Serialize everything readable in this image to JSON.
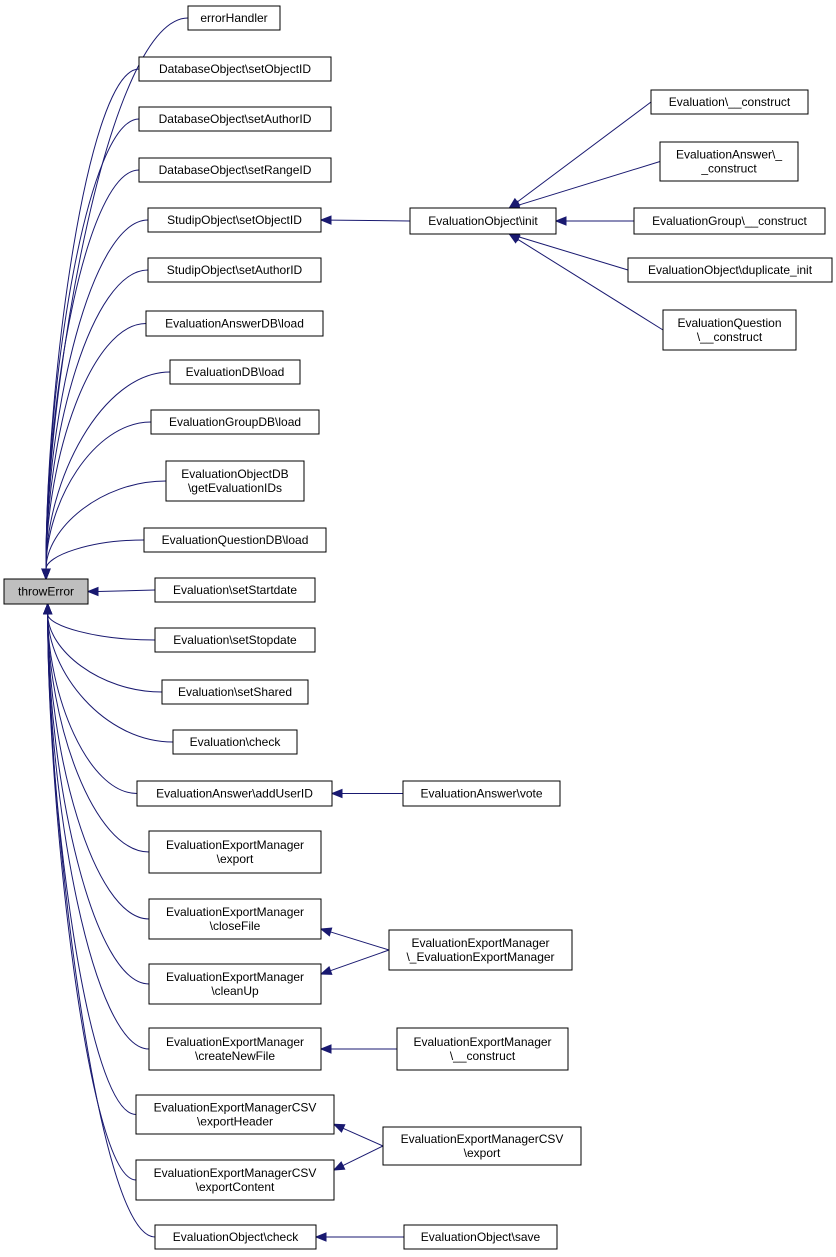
{
  "graph": {
    "root": {
      "id": "throwError",
      "label": [
        "throwError"
      ]
    },
    "colors": {
      "edge": "#191970",
      "root_fill": "#bfbfbf",
      "node_fill": "#ffffff",
      "border": "#000000"
    },
    "nodes": [
      {
        "id": "errorHandler",
        "label": [
          "errorHandler"
        ]
      },
      {
        "id": "db-setObjectID",
        "label": [
          "DatabaseObject\\setObjectID"
        ]
      },
      {
        "id": "db-setAuthorID",
        "label": [
          "DatabaseObject\\setAuthorID"
        ]
      },
      {
        "id": "db-setRangeID",
        "label": [
          "DatabaseObject\\setRangeID"
        ]
      },
      {
        "id": "studip-setObjectID",
        "label": [
          "StudipObject\\setObjectID"
        ]
      },
      {
        "id": "studip-setAuthorID",
        "label": [
          "StudipObject\\setAuthorID"
        ]
      },
      {
        "id": "answerdb-load",
        "label": [
          "EvaluationAnswerDB\\load"
        ]
      },
      {
        "id": "evaldb-load",
        "label": [
          "EvaluationDB\\load"
        ]
      },
      {
        "id": "groupdb-load",
        "label": [
          "EvaluationGroupDB\\load"
        ]
      },
      {
        "id": "objectdb-getids",
        "label": [
          "EvaluationObjectDB",
          "\\getEvaluationIDs"
        ]
      },
      {
        "id": "questiondb-load",
        "label": [
          "EvaluationQuestionDB\\load"
        ]
      },
      {
        "id": "eval-setStartdate",
        "label": [
          "Evaluation\\setStartdate"
        ]
      },
      {
        "id": "eval-setStopdate",
        "label": [
          "Evaluation\\setStopdate"
        ]
      },
      {
        "id": "eval-setShared",
        "label": [
          "Evaluation\\setShared"
        ]
      },
      {
        "id": "eval-check",
        "label": [
          "Evaluation\\check"
        ]
      },
      {
        "id": "answer-addUserID",
        "label": [
          "EvaluationAnswer\\addUserID"
        ]
      },
      {
        "id": "em-export",
        "label": [
          "EvaluationExportManager",
          "\\export"
        ]
      },
      {
        "id": "em-closeFile",
        "label": [
          "EvaluationExportManager",
          "\\closeFile"
        ]
      },
      {
        "id": "em-cleanUp",
        "label": [
          "EvaluationExportManager",
          "\\cleanUp"
        ]
      },
      {
        "id": "em-createNewFile",
        "label": [
          "EvaluationExportManager",
          "\\createNewFile"
        ]
      },
      {
        "id": "csv-exportHeader",
        "label": [
          "EvaluationExportManagerCSV",
          "\\exportHeader"
        ]
      },
      {
        "id": "csv-exportContent",
        "label": [
          "EvaluationExportManagerCSV",
          "\\exportContent"
        ]
      },
      {
        "id": "object-check",
        "label": [
          "EvaluationObject\\check"
        ]
      },
      {
        "id": "object-init",
        "label": [
          "EvaluationObject\\init"
        ]
      },
      {
        "id": "eval-construct",
        "label": [
          "Evaluation\\__construct"
        ]
      },
      {
        "id": "answer-construct",
        "label": [
          "EvaluationAnswer\\_",
          "_construct"
        ]
      },
      {
        "id": "group-construct",
        "label": [
          "EvaluationGroup\\__construct"
        ]
      },
      {
        "id": "object-duplicate-init",
        "label": [
          "EvaluationObject\\duplicate_init"
        ]
      },
      {
        "id": "question-construct",
        "label": [
          "EvaluationQuestion",
          "\\__construct"
        ]
      },
      {
        "id": "answer-vote",
        "label": [
          "EvaluationAnswer\\vote"
        ]
      },
      {
        "id": "em-destructor",
        "label": [
          "EvaluationExportManager",
          "\\_EvaluationExportManager"
        ]
      },
      {
        "id": "em-construct",
        "label": [
          "EvaluationExportManager",
          "\\__construct"
        ]
      },
      {
        "id": "csv-export",
        "label": [
          "EvaluationExportManagerCSV",
          "\\export"
        ]
      },
      {
        "id": "object-save",
        "label": [
          "EvaluationObject\\save"
        ]
      }
    ],
    "edges": [
      {
        "caller": "errorHandler",
        "callee": "throwError"
      },
      {
        "caller": "db-setObjectID",
        "callee": "throwError"
      },
      {
        "caller": "db-setAuthorID",
        "callee": "throwError"
      },
      {
        "caller": "db-setRangeID",
        "callee": "throwError"
      },
      {
        "caller": "studip-setObjectID",
        "callee": "throwError"
      },
      {
        "caller": "studip-setAuthorID",
        "callee": "throwError"
      },
      {
        "caller": "answerdb-load",
        "callee": "throwError"
      },
      {
        "caller": "evaldb-load",
        "callee": "throwError"
      },
      {
        "caller": "groupdb-load",
        "callee": "throwError"
      },
      {
        "caller": "objectdb-getids",
        "callee": "throwError"
      },
      {
        "caller": "questiondb-load",
        "callee": "throwError"
      },
      {
        "caller": "eval-setStartdate",
        "callee": "throwError"
      },
      {
        "caller": "eval-setStopdate",
        "callee": "throwError"
      },
      {
        "caller": "eval-setShared",
        "callee": "throwError"
      },
      {
        "caller": "eval-check",
        "callee": "throwError"
      },
      {
        "caller": "answer-addUserID",
        "callee": "throwError"
      },
      {
        "caller": "em-export",
        "callee": "throwError"
      },
      {
        "caller": "em-closeFile",
        "callee": "throwError"
      },
      {
        "caller": "em-cleanUp",
        "callee": "throwError"
      },
      {
        "caller": "em-createNewFile",
        "callee": "throwError"
      },
      {
        "caller": "csv-exportHeader",
        "callee": "throwError"
      },
      {
        "caller": "csv-exportContent",
        "callee": "throwError"
      },
      {
        "caller": "object-check",
        "callee": "throwError"
      },
      {
        "caller": "object-init",
        "callee": "studip-setObjectID"
      },
      {
        "caller": "eval-construct",
        "callee": "object-init"
      },
      {
        "caller": "answer-construct",
        "callee": "object-init"
      },
      {
        "caller": "group-construct",
        "callee": "object-init"
      },
      {
        "caller": "object-duplicate-init",
        "callee": "object-init"
      },
      {
        "caller": "question-construct",
        "callee": "object-init"
      },
      {
        "caller": "answer-vote",
        "callee": "answer-addUserID"
      },
      {
        "caller": "em-destructor",
        "callee": "em-closeFile"
      },
      {
        "caller": "em-destructor",
        "callee": "em-cleanUp"
      },
      {
        "caller": "em-construct",
        "callee": "em-createNewFile"
      },
      {
        "caller": "csv-export",
        "callee": "csv-exportHeader"
      },
      {
        "caller": "csv-export",
        "callee": "csv-exportContent"
      },
      {
        "caller": "object-save",
        "callee": "object-check"
      }
    ]
  }
}
